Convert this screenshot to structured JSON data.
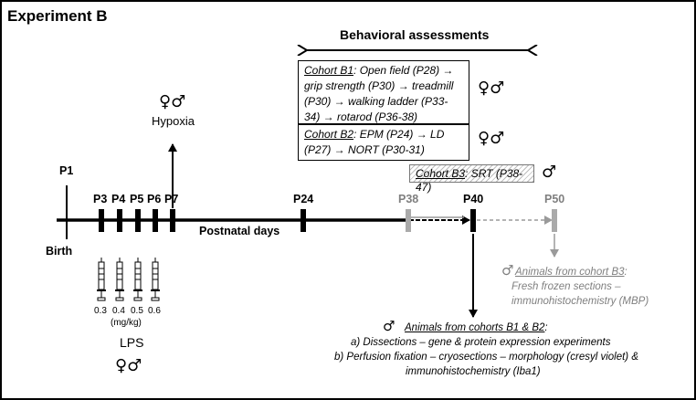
{
  "title": "Experiment B",
  "behavioral_label": "Behavioral assessments",
  "timeline_label": "Postnatal days",
  "days": {
    "p1": "P1",
    "p3": "P3",
    "p4": "P4",
    "p5": "P5",
    "p6": "P6",
    "p7": "P7",
    "p24": "P24",
    "p38": "P38",
    "p40": "P40",
    "p50": "P50"
  },
  "birth": "Birth",
  "hypoxia": "Hypoxia",
  "lps": {
    "label": "LPS",
    "doses": [
      "0.3",
      "0.4",
      "0.5",
      "0.6"
    ],
    "unit": "(mg/kg)"
  },
  "symbols": {
    "both": "♀♂",
    "male": "♂"
  },
  "cohort_b1": {
    "name": "Cohort B1",
    "line1": ": Open field (P28) →",
    "line2": "grip strength (P30) → treadmill",
    "line3": "(P30) → walking ladder (P33-",
    "line4": "34) → rotarod (P36-38)"
  },
  "cohort_b2": {
    "name": "Cohort B2",
    "line1": ": EPM (P24) → LD",
    "line2": "(P27) → NORT (P30-31)"
  },
  "cohort_b3": {
    "name": "Cohort B3",
    "text": ": SRT (P38-47)"
  },
  "b3_outcome": {
    "heading": "Animals from cohort B3",
    "colon": ":",
    "line1": "Fresh frozen sections –",
    "line2": "immunohistochemistry (MBP)"
  },
  "b12_outcome": {
    "heading": "Animals from cohorts B1 & B2",
    "colon": ":",
    "line1": "a) Dissections – gene & protein expression experiments",
    "line2": "b) Perfusion fixation – cryosections – morphology (cresyl violet) &",
    "line3": "immunohistochemistry (Iba1)"
  }
}
